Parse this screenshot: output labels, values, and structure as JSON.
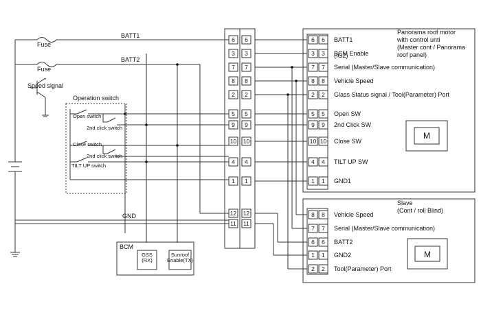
{
  "labels": {
    "batt1": "BATT1",
    "batt2": "BATT2",
    "fuse": "Fuse",
    "speed_signal": "Speed signal",
    "operation_switch": "Operation switch",
    "open_switch": "Open switch",
    "second_click_switch": "2nd click switch",
    "close_switch": "Close switch",
    "tilt_up_switch": "TILT UP switch",
    "gnd": "GND",
    "bcm": "BCM",
    "gss_1": "GSS",
    "gss_2": "(RX)",
    "sunroof_1": "Sunroof",
    "sunroof_2": "Enable(TX)",
    "motor": "M"
  },
  "master": {
    "title_lines": [
      "Panorama roof motor",
      "with control unti",
      "(Master cont / Panorama",
      "roof panel)"
    ],
    "pins": [
      {
        "pin": "6",
        "label": "BATT1"
      },
      {
        "pin": "3",
        "label": "BCM Enable"
      },
      {
        "pin": "7",
        "label": "Serial (Master/Slave communication)"
      },
      {
        "pin": "8",
        "label": "Vehicle Speed"
      },
      {
        "pin": "2",
        "label": "Glass Status signal / Tool(Parameter) Port"
      },
      {
        "pin": "5",
        "label": "Open SW"
      },
      {
        "pin": "9",
        "label": "2nd Click SW"
      },
      {
        "pin": "10",
        "label": "Close SW"
      },
      {
        "pin": "4",
        "label": "TILT UP SW"
      },
      {
        "pin": "1",
        "label": "GND1"
      }
    ],
    "bcm_enable_line2": "(IG2)"
  },
  "slave": {
    "title_lines": [
      "Slave",
      "(Cont / roll Blind)"
    ],
    "pins": [
      {
        "pin": "8",
        "label": "Vehicle Speed"
      },
      {
        "pin": "7",
        "label": "Serial (Master/Slave communication)"
      },
      {
        "pin": "6",
        "label": "BATT2"
      },
      {
        "pin": "1",
        "label": "GND2"
      },
      {
        "pin": "2",
        "label": "Tool(Parameter) Port"
      }
    ]
  },
  "middle_connector": {
    "pins": [
      "6",
      "3",
      "7",
      "8",
      "2",
      "5",
      "9",
      "10",
      "4",
      "1",
      "12",
      "11"
    ]
  }
}
